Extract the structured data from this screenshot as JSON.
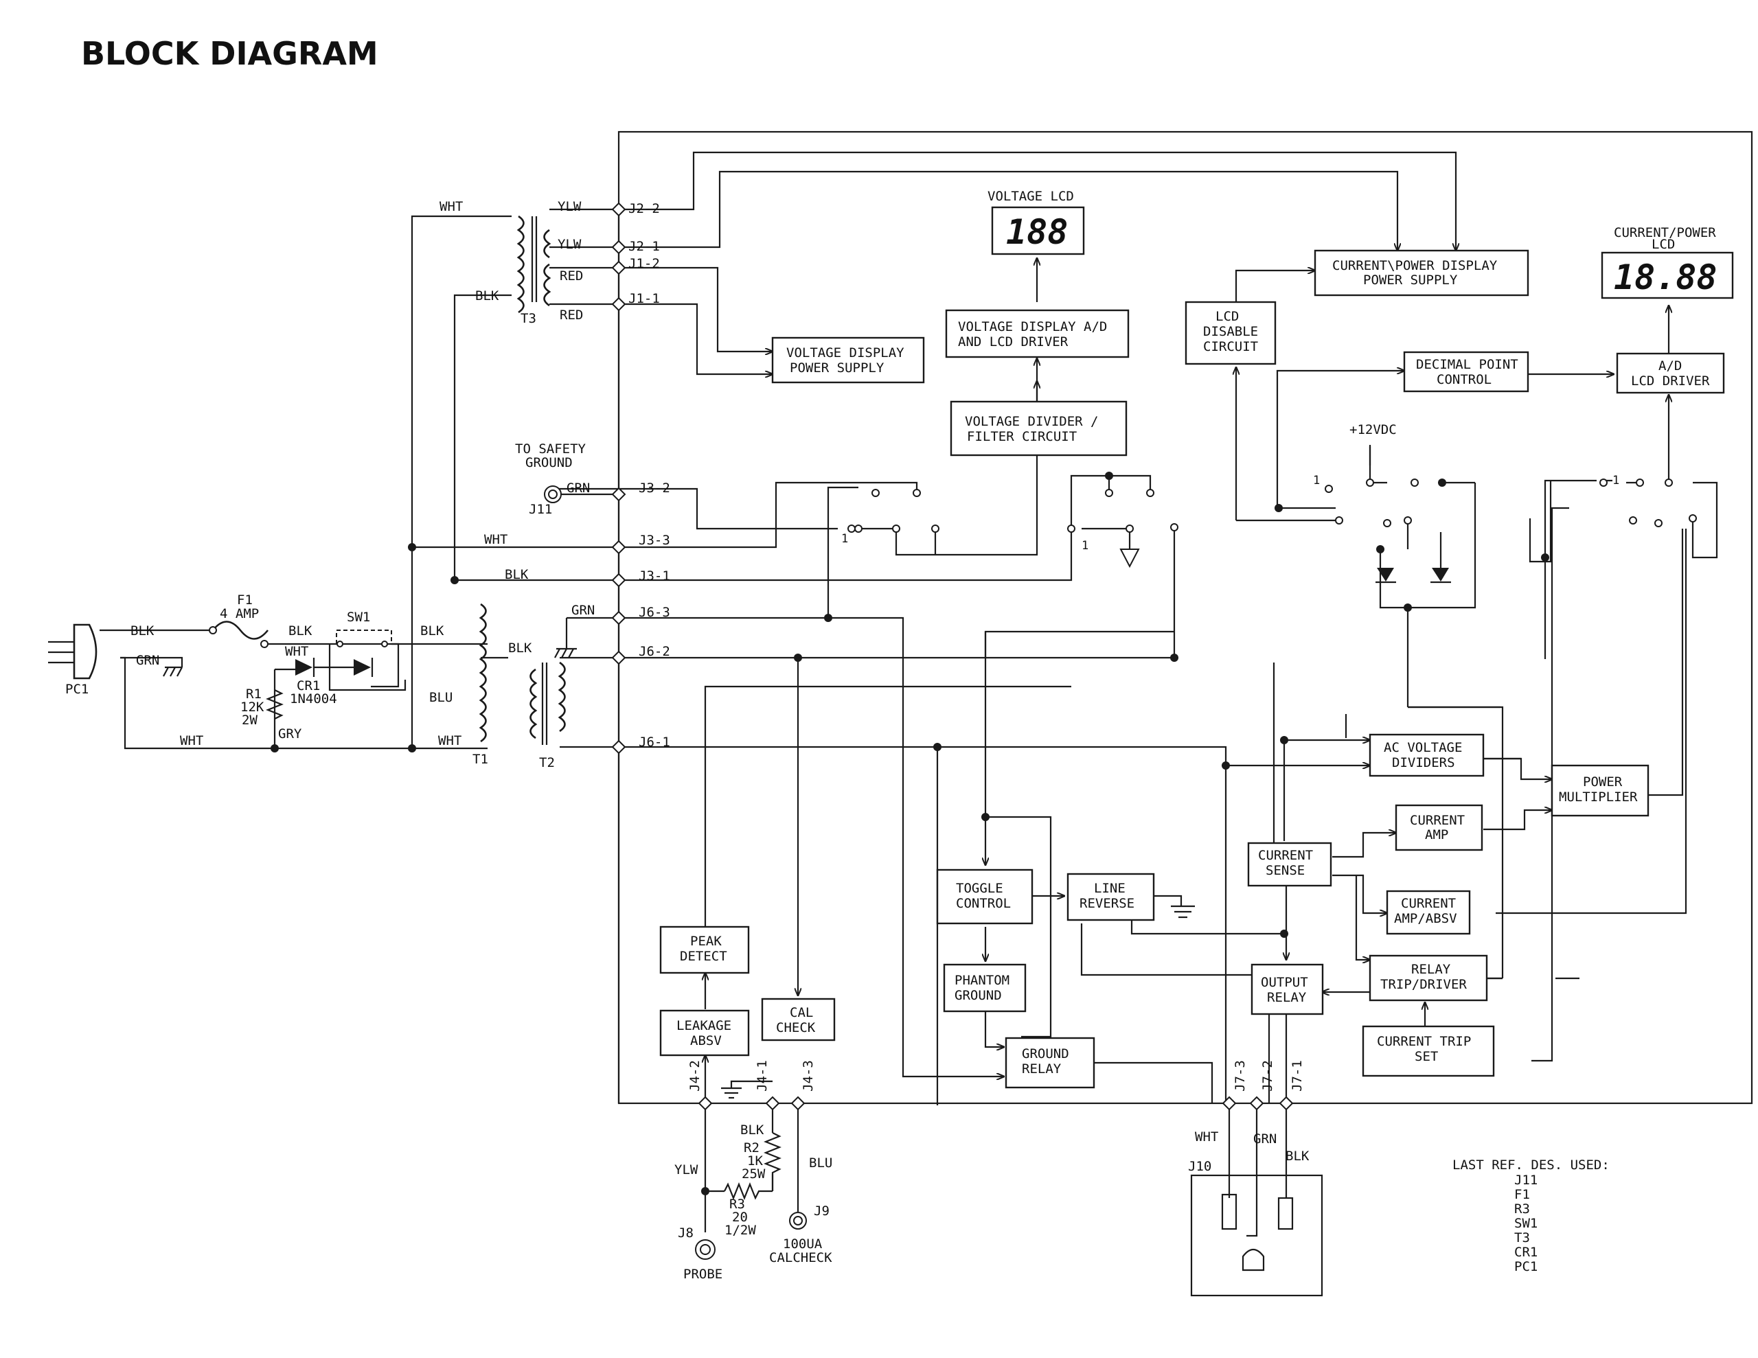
{
  "title": "BLOCK DIAGRAM",
  "blocks": {
    "voltage_lcd": {
      "caption": "VOLTAGE LCD",
      "digits": "188"
    },
    "current_power_lcd": {
      "caption_line1": "CURRENT/POWER",
      "caption_line2": "LCD",
      "digits": "18.88"
    },
    "voltage_display_ad": {
      "line1": "VOLTAGE DISPLAY A/D",
      "line2": "AND LCD DRIVER"
    },
    "voltage_display_power_supply": {
      "line1": "VOLTAGE DISPLAY",
      "line2": "POWER SUPPLY"
    },
    "voltage_divider_filter": {
      "line1": "VOLTAGE DIVIDER /",
      "line2": "FILTER CIRCUIT"
    },
    "current_power_display_supply": {
      "line1": "CURRENT\\POWER DISPLAY",
      "line2": "POWER SUPPLY"
    },
    "lcd_disable": {
      "line1": "LCD",
      "line2": "DISABLE",
      "line3": "CIRCUIT"
    },
    "decimal_point_control": {
      "line1": "DECIMAL POINT",
      "line2": "CONTROL"
    },
    "ad_lcd_driver": {
      "line1": "A/D",
      "line2": "LCD DRIVER"
    },
    "ac_voltage_dividers": {
      "line1": "AC VOLTAGE",
      "line2": "DIVIDERS"
    },
    "power_multiplier": {
      "line1": "POWER",
      "line2": "MULTIPLIER"
    },
    "current_amp": {
      "line1": "CURRENT",
      "line2": "AMP"
    },
    "current_sense": {
      "line1": "CURRENT",
      "line2": "SENSE"
    },
    "current_amp_absv": {
      "line1": "CURRENT",
      "line2": "AMP/ABSV"
    },
    "relay_trip_driver": {
      "line1": "RELAY",
      "line2": "TRIP/DRIVER"
    },
    "output_relay": {
      "line1": "OUTPUT",
      "line2": "RELAY"
    },
    "current_trip_set": {
      "line1": "CURRENT TRIP",
      "line2": "SET"
    },
    "toggle_control": {
      "line1": "TOGGLE",
      "line2": "CONTROL"
    },
    "line_reverse": {
      "line1": "LINE",
      "line2": "REVERSE"
    },
    "phantom_ground": {
      "line1": "PHANTOM",
      "line2": "GROUND"
    },
    "ground_relay": {
      "line1": "GROUND",
      "line2": "RELAY"
    },
    "peak_detect": {
      "line1": "PEAK",
      "line2": "DETECT"
    },
    "leakage_absv": {
      "line1": "LEAKAGE",
      "line2": "ABSV"
    },
    "cal_check": {
      "line1": "CAL",
      "line2": "CHECK"
    }
  },
  "connectors": {
    "j2_2": "J2-2",
    "j2_1": "J2-1",
    "j1_2": "J1-2",
    "j1_1": "J1-1",
    "j3_2": "J3-2",
    "j3_3": "J3-3",
    "j3_1": "J3-1",
    "j6_3": "J6-3",
    "j6_2": "J6-2",
    "j6_1": "J6-1",
    "j4_2": "J4-2",
    "j4_1": "J4-1",
    "j4_3": "J4-3",
    "j7_3": "J7-3",
    "j7_2": "J7-2",
    "j7_1": "J7-1"
  },
  "wire_labels": {
    "wht_top": "WHT",
    "ylw_1": "YLW",
    "ylw_2": "YLW",
    "red_1": "RED",
    "red_2": "RED",
    "blk_t3": "BLK",
    "grn_j3": "GRN",
    "wht_j3": "WHT",
    "blk_j3": "BLK",
    "grn_j6": "GRN",
    "blk_plug": "BLK",
    "grn_plug": "GRN",
    "blk_f1": "BLK",
    "blk_sw": "BLK",
    "blk_t2": "BLK",
    "wht_cr": "WHT",
    "blu_sw": "BLU",
    "gry": "GRY",
    "wht_bottom": "WHT",
    "wht_t1": "WHT",
    "blk_r2": "BLK",
    "ylw_j8": "YLW",
    "blu_j9": "BLU",
    "wht_j10": "WHT",
    "grn_j10": "GRN",
    "blk_j10": "BLK"
  },
  "parts": {
    "t3": "T3",
    "t1": "T1",
    "t2": "T2",
    "pc1": "PC1",
    "sw1": "SW1",
    "f1_line1": "F1",
    "f1_line2": "4 AMP",
    "r1_line1": "R1",
    "r1_line2": "12K",
    "r1_line3": "2W",
    "cr1_line1": "CR1",
    "cr1_line2": "1N4004",
    "r2_line1": "R2",
    "r2_line2": "1K",
    "r2_line3": "25W",
    "r3_line1": "R3",
    "r3_line2": "20",
    "r3_line3": "1/2W",
    "j11": "J11",
    "safety_line1": "TO SAFETY",
    "safety_line2": "GROUND",
    "j8": "J8",
    "probe": "PROBE",
    "j9": "J9",
    "calcheck_line1": "100UA",
    "calcheck_line2": "CALCHECK",
    "j10": "J10",
    "plus12": "+12VDC",
    "sw_one_a": "1",
    "sw_one_b": "1",
    "sw_one_c": "1",
    "sw_one_d": "1"
  },
  "last_ref": {
    "heading": "LAST REF. DES. USED:",
    "items": [
      "J11",
      "F1",
      "R3",
      "SW1",
      "T3",
      "CR1",
      "PC1"
    ]
  }
}
